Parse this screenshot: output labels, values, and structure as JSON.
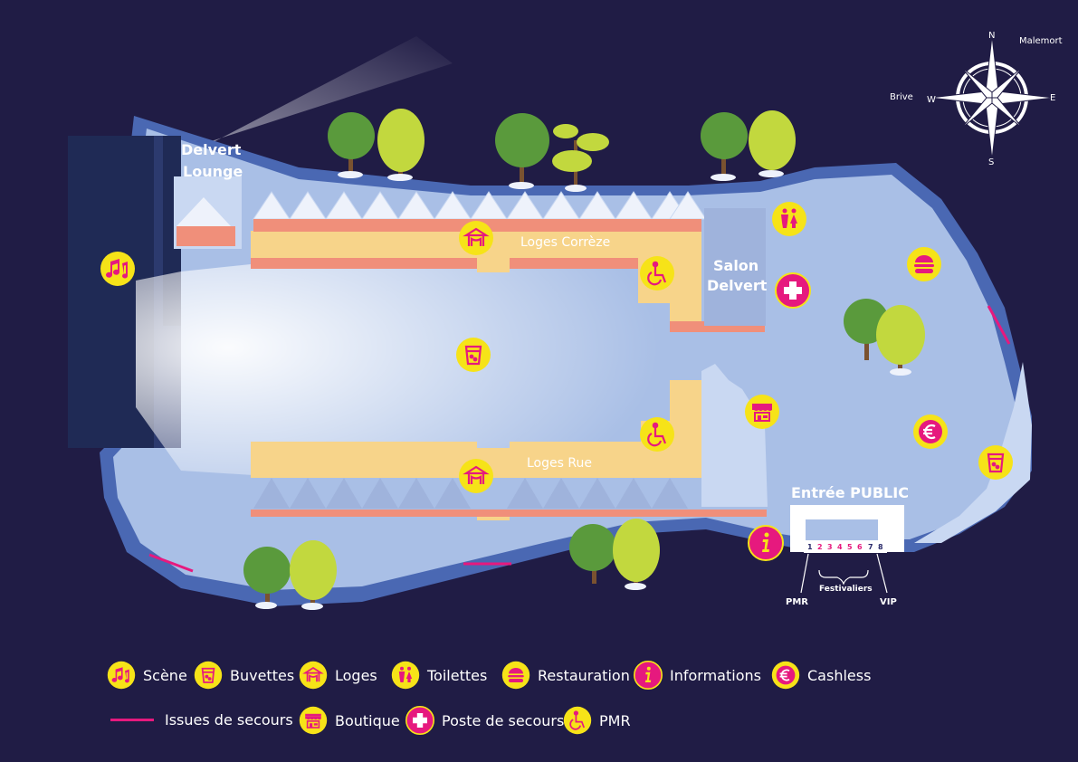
{
  "colors": {
    "background": "#201c45",
    "ground": "#a9bfe6",
    "ground_light": "#c9d8f2",
    "outline": "#4a68b3",
    "stage_block": "#1f2a55",
    "loges_fill": "#f7d48a",
    "loges_base": "#f08f7a",
    "icon_yellow": "#f6e318",
    "icon_magenta": "#e6197e",
    "exit_line": "#e6197e",
    "tree_dark": "#5a9a3c",
    "tree_light": "#c2d83e"
  },
  "compass": {
    "north": "N",
    "south": "S",
    "east": "E",
    "west": "W",
    "city_ne": "Malemort",
    "city_w": "Brive"
  },
  "map_labels": {
    "delvert_lounge_line1": "Delvert",
    "delvert_lounge_line2": "Lounge",
    "loges_correze": "Loges Corrèze",
    "loges_rue": "Loges Rue",
    "salon_delvert_line1": "Salon",
    "salon_delvert_line2": "Delvert",
    "entree_public": "Entrée PUBLIC",
    "pmr": "PMR",
    "festivaliers": "Festivaliers",
    "vip": "VIP"
  },
  "gates": [
    "1",
    "2",
    "3",
    "4",
    "5",
    "6",
    "7",
    "8"
  ],
  "pois": [
    {
      "id": "scene",
      "icon": "music-notes-icon"
    },
    {
      "id": "loges-top",
      "icon": "tent-icon"
    },
    {
      "id": "loges-bottom",
      "icon": "tent-icon"
    },
    {
      "id": "pmr-top",
      "icon": "wheelchair-icon"
    },
    {
      "id": "pmr-bottom",
      "icon": "wheelchair-icon"
    },
    {
      "id": "buvette-center",
      "icon": "cup-icon"
    },
    {
      "id": "buvette-right",
      "icon": "cup-icon"
    },
    {
      "id": "toilettes",
      "icon": "restroom-icon"
    },
    {
      "id": "restauration",
      "icon": "burger-icon"
    },
    {
      "id": "poste-secours",
      "icon": "first-aid-cross-icon"
    },
    {
      "id": "boutique",
      "icon": "shop-icon"
    },
    {
      "id": "cashless",
      "icon": "euro-icon"
    },
    {
      "id": "informations",
      "icon": "info-icon"
    }
  ],
  "legend": [
    {
      "label": "Scène",
      "icon": "music-notes-icon"
    },
    {
      "label": "Buvettes",
      "icon": "cup-icon"
    },
    {
      "label": "Loges",
      "icon": "tent-icon"
    },
    {
      "label": "Toilettes",
      "icon": "restroom-icon"
    },
    {
      "label": "Restauration",
      "icon": "burger-icon"
    },
    {
      "label": "Informations",
      "icon": "info-icon"
    },
    {
      "label": "Cashless",
      "icon": "euro-icon"
    },
    {
      "label": "Issues de secours",
      "icon": "exit-line"
    },
    {
      "label": "Boutique",
      "icon": "shop-icon"
    },
    {
      "label": "Poste de secours",
      "icon": "first-aid-cross-icon"
    },
    {
      "label": "PMR",
      "icon": "wheelchair-icon"
    }
  ]
}
